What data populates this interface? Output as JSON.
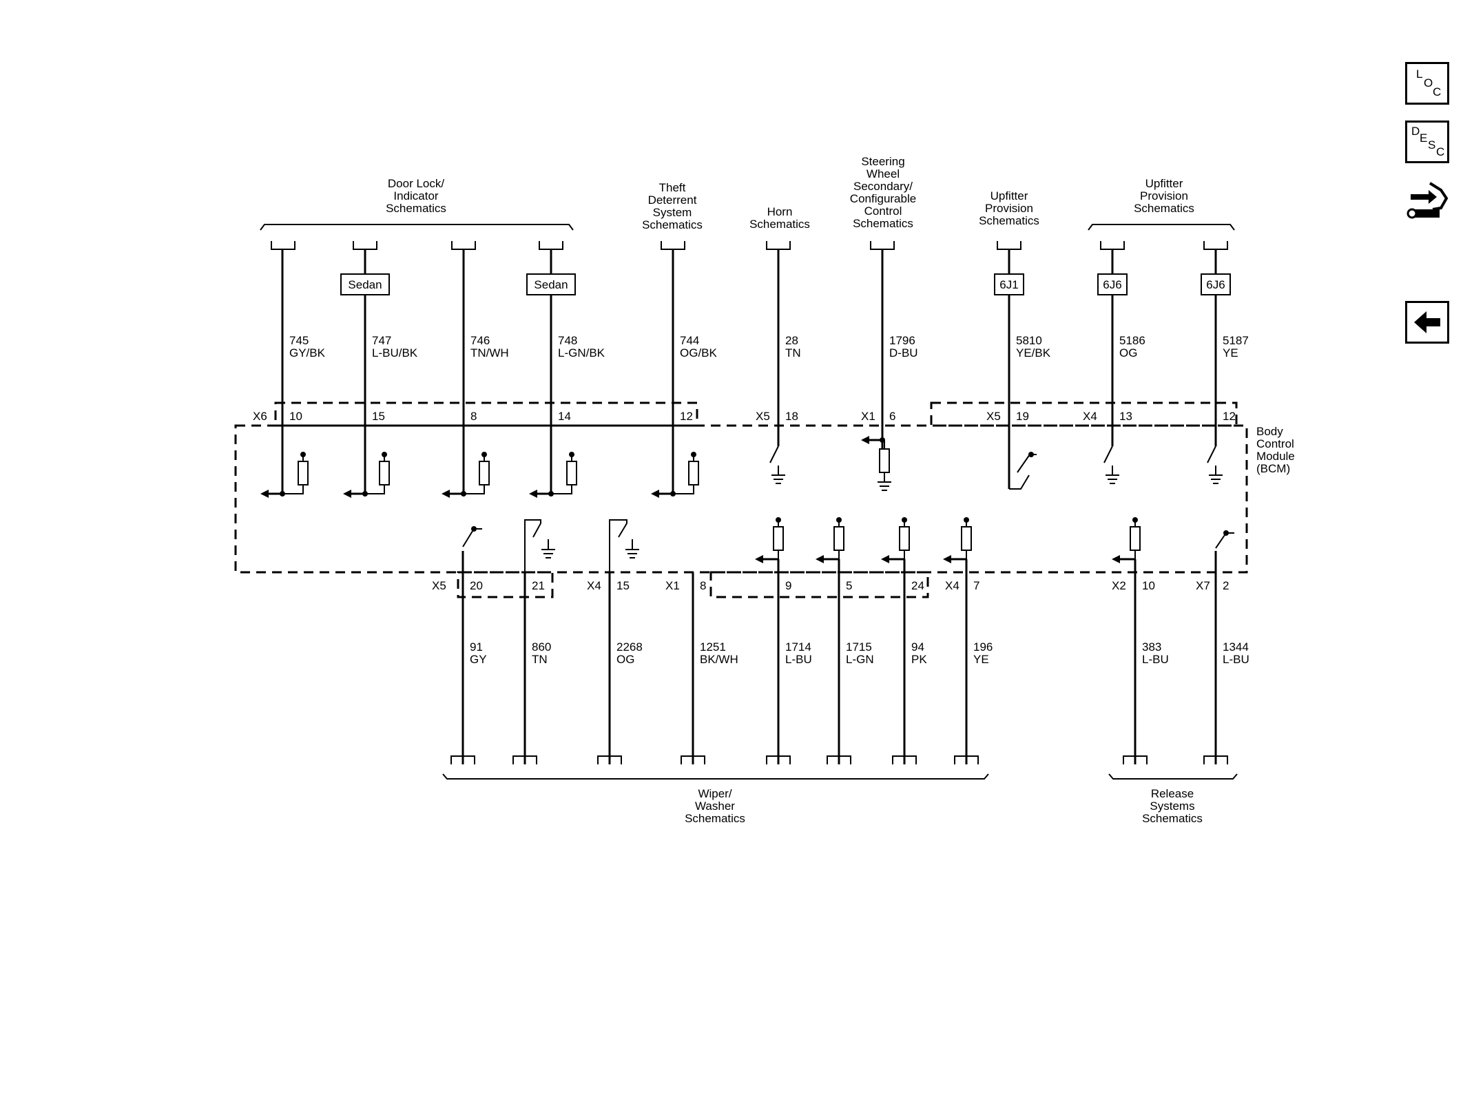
{
  "nav": {
    "loc": [
      "L",
      "O",
      "C"
    ],
    "desc": [
      "D",
      "E",
      "S",
      "C"
    ],
    "tool_icon": "connector-tool-icon",
    "back_icon": "left-arrow-icon"
  },
  "module_label": [
    "Body",
    "Control",
    "Module",
    "(BCM)"
  ],
  "top_headings": [
    {
      "id": "door-lock",
      "lines": [
        "Door Lock/",
        "Indicator",
        "Schematics"
      ]
    },
    {
      "id": "theft",
      "lines": [
        "Theft",
        "Deterrent",
        "System",
        "Schematics"
      ]
    },
    {
      "id": "horn",
      "lines": [
        "Horn",
        "Schematics"
      ]
    },
    {
      "id": "steering",
      "lines": [
        "Steering",
        "Wheel",
        "Secondary/",
        "Configurable",
        "Control",
        "Schematics"
      ]
    },
    {
      "id": "upfitter1",
      "lines": [
        "Upfitter",
        "Provision",
        "Schematics"
      ]
    },
    {
      "id": "upfitter2",
      "lines": [
        "Upfitter",
        "Provision",
        "Schematics"
      ]
    }
  ],
  "bottom_headings": [
    {
      "id": "wiper",
      "lines": [
        "Wiper/",
        "Washer",
        "Schematics"
      ]
    },
    {
      "id": "release",
      "lines": [
        "Release",
        "Systems",
        "Schematics"
      ]
    }
  ],
  "top_wires": [
    {
      "circuit": "745",
      "color": "GY/BK",
      "pin": "10",
      "connector": "X6",
      "option": ""
    },
    {
      "circuit": "747",
      "color": "L-BU/BK",
      "pin": "15",
      "connector": "",
      "option": "Sedan"
    },
    {
      "circuit": "746",
      "color": "TN/WH",
      "pin": "8",
      "connector": "",
      "option": ""
    },
    {
      "circuit": "748",
      "color": "L-GN/BK",
      "pin": "14",
      "connector": "",
      "option": "Sedan"
    },
    {
      "circuit": "744",
      "color": "OG/BK",
      "pin": "12",
      "connector": "",
      "option": ""
    },
    {
      "circuit": "28",
      "color": "TN",
      "pin": "18",
      "connector": "X5",
      "option": ""
    },
    {
      "circuit": "1796",
      "color": "D-BU",
      "pin": "6",
      "connector": "X1",
      "option": ""
    },
    {
      "circuit": "5810",
      "color": "YE/BK",
      "pin": "19",
      "connector": "X5",
      "option": "6J1"
    },
    {
      "circuit": "5186",
      "color": "OG",
      "pin": "13",
      "connector": "X4",
      "option": "6J6"
    },
    {
      "circuit": "5187",
      "color": "YE",
      "pin": "12",
      "connector": "",
      "option": "6J6"
    }
  ],
  "bottom_wires": [
    {
      "circuit": "91",
      "color": "GY",
      "pin": "20",
      "connector": "X5"
    },
    {
      "circuit": "860",
      "color": "TN",
      "pin": "21",
      "connector": ""
    },
    {
      "circuit": "2268",
      "color": "OG",
      "pin": "15",
      "connector": "X4"
    },
    {
      "circuit": "1251",
      "color": "BK/WH",
      "pin": "8",
      "connector": "X1"
    },
    {
      "circuit": "1714",
      "color": "L-BU",
      "pin": "9",
      "connector": ""
    },
    {
      "circuit": "1715",
      "color": "L-GN",
      "pin": "5",
      "connector": ""
    },
    {
      "circuit": "94",
      "color": "PK",
      "pin": "24",
      "connector": ""
    },
    {
      "circuit": "196",
      "color": "YE",
      "pin": "7",
      "connector": "X4"
    },
    {
      "circuit": "383",
      "color": "L-BU",
      "pin": "10",
      "connector": "X2"
    },
    {
      "circuit": "1344",
      "color": "L-BU",
      "pin": "2",
      "connector": "X7"
    }
  ]
}
